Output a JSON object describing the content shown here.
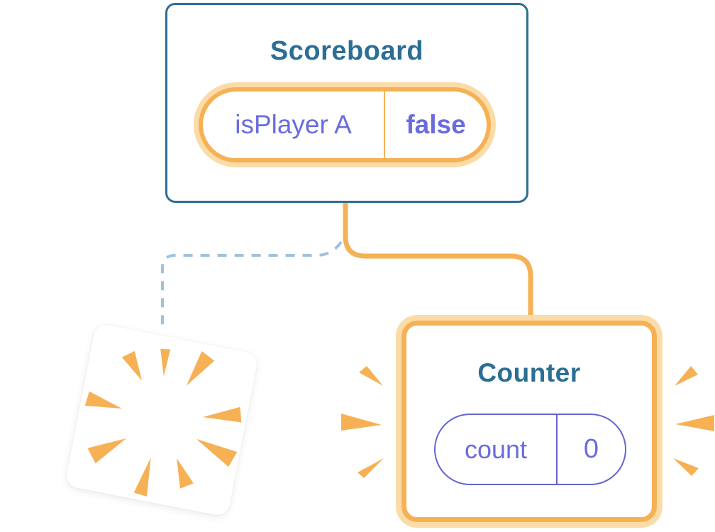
{
  "scoreboard_card": {
    "title": "Scoreboard",
    "state_pill": {
      "label": "isPlayer A",
      "value": "false"
    }
  },
  "counter_card": {
    "title": "Counter",
    "state_pill": {
      "label": "count",
      "value": "0"
    }
  },
  "removed_card": {
    "note": "poof-burst"
  },
  "colors": {
    "card_border_blue": "#2C6E94",
    "title_blue": "#2C6E94",
    "highlight_orange": "#F6B155",
    "highlight_orange_glow": "#FBDCA8",
    "state_text_purple": "#6A6CDE",
    "pill_border_purple": "#6365D2",
    "dashed_line_blue": "#9FC2DB",
    "card_background": "#FFFFFF"
  },
  "icons": {
    "sparkles": "sparkles-icon",
    "poof": "poof-burst-icon",
    "emphasis_left": "emphasis-burst-left-icon",
    "emphasis_right": "emphasis-burst-right-icon"
  }
}
